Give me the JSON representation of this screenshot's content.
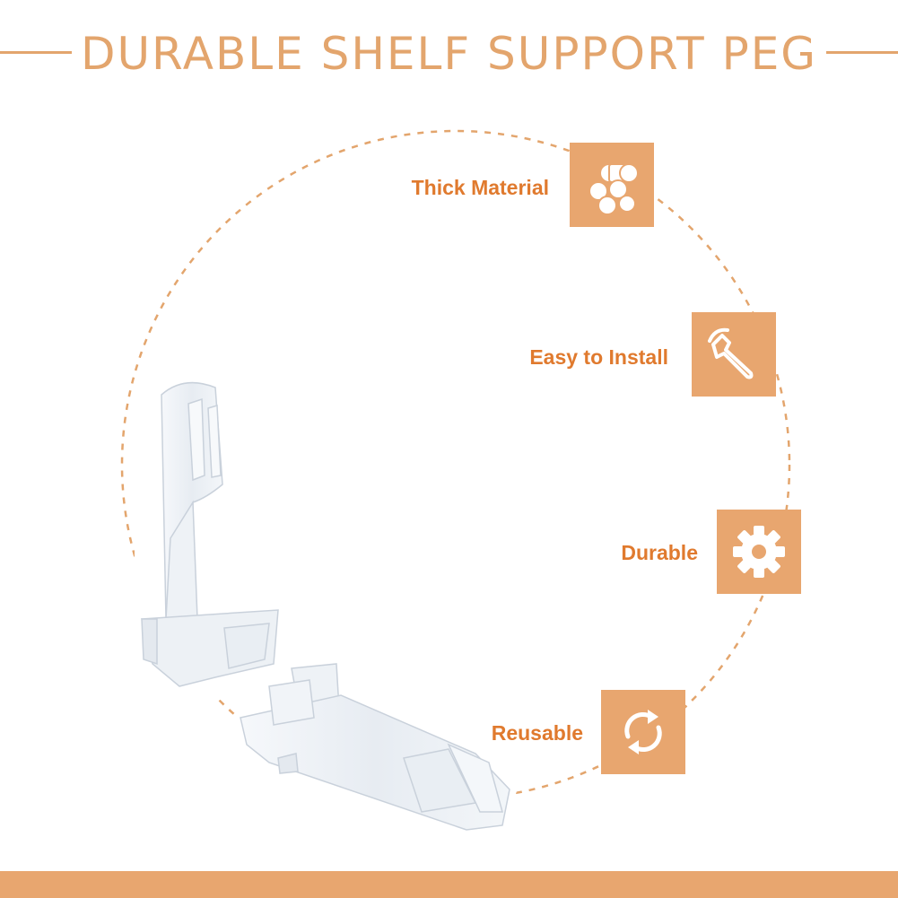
{
  "title": "DURABLE SHELF SUPPORT PEG",
  "colors": {
    "accent": "#e8a66f",
    "title": "#e3a56d",
    "label": "#e07a2e",
    "dash": "#e3a56d"
  },
  "features": [
    {
      "label": "Thick Material",
      "icon": "stacked-tubes-icon"
    },
    {
      "label": "Easy to Install",
      "icon": "wrench-icon"
    },
    {
      "label": "Durable",
      "icon": "gear-icon"
    },
    {
      "label": "Reusable",
      "icon": "recycle-arrows-icon"
    }
  ]
}
